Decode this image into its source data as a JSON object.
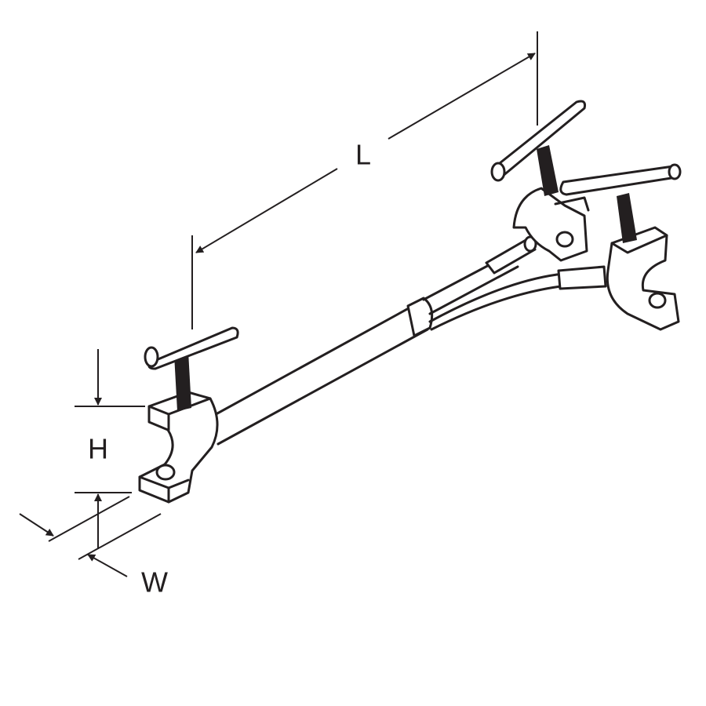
{
  "dimensions": {
    "length_label": "L",
    "height_label": "H",
    "width_label": "W"
  },
  "colors": {
    "line": "#231f20",
    "background": "#ffffff"
  }
}
